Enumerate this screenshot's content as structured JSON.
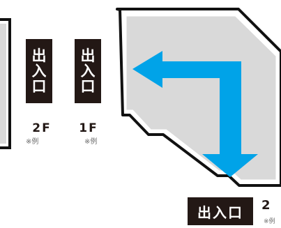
{
  "signs": {
    "vertical_2f": [
      "出",
      "入",
      "口"
    ],
    "vertical_1f": [
      "出",
      "入",
      "口"
    ],
    "horizontal": "出入口"
  },
  "floors": {
    "left_label": "2F",
    "right_label": "1F",
    "bottom_right_label": "2"
  },
  "notes": {
    "left": "※例",
    "right": "※例",
    "bottom_right": "※例"
  },
  "colors": {
    "sign_background": "#231815",
    "floor_fill": "#d9d9d9",
    "outline": "#111111",
    "arrow": "#00a3e8",
    "note_text": "#6b6b6b"
  },
  "icons": {
    "arrow": "l-shaped-direction-arrow"
  }
}
